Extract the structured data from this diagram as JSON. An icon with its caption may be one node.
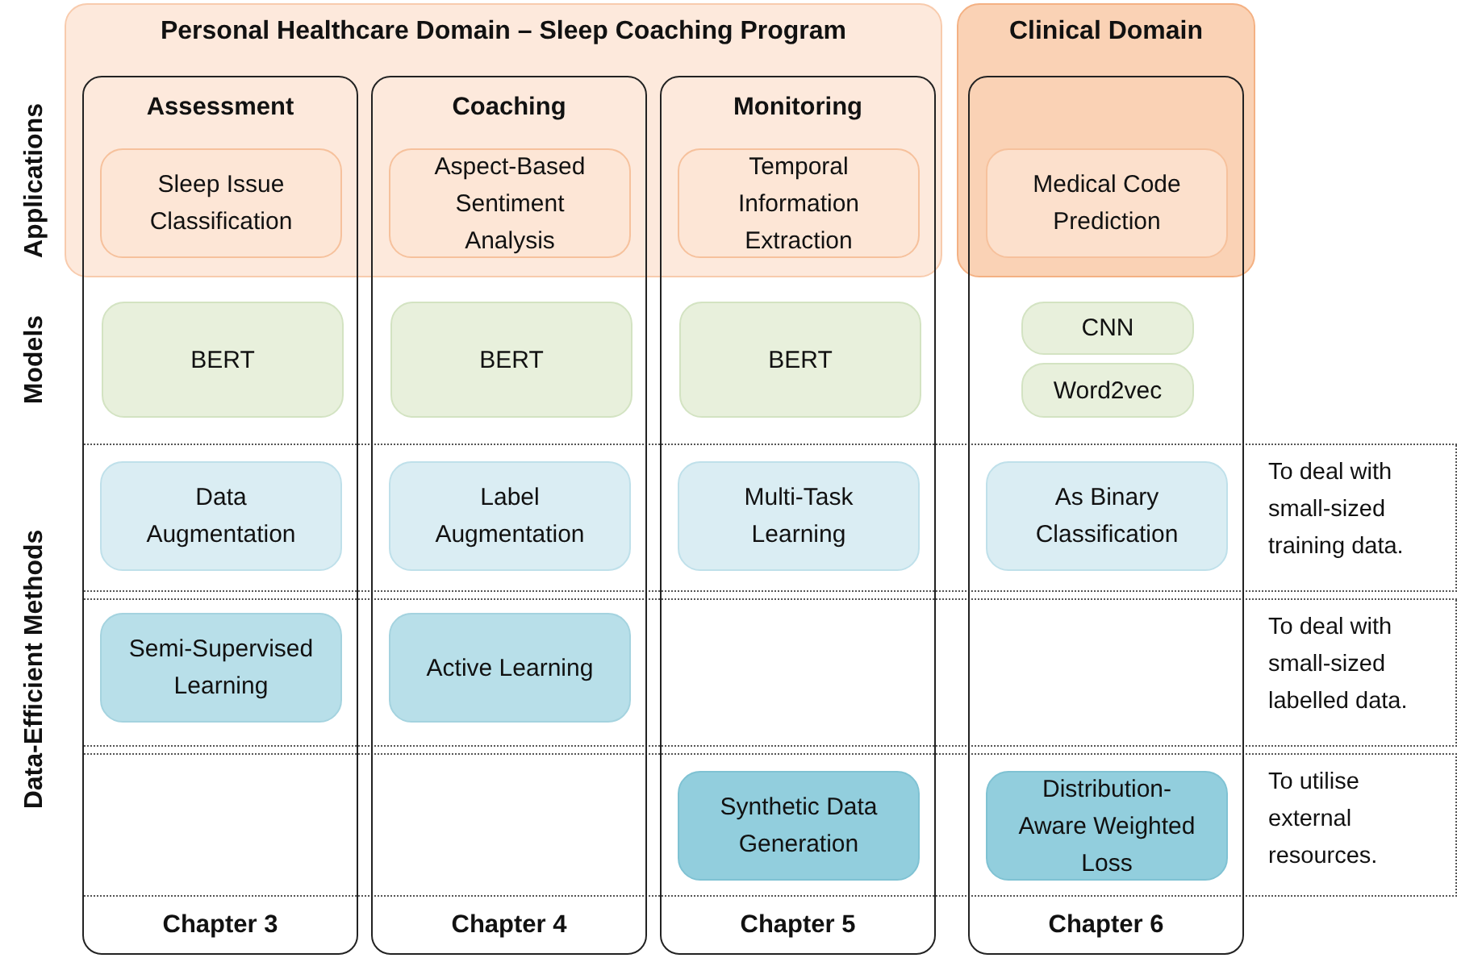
{
  "diagram": {
    "nodes": [
      {
        "text": [
          "Personal Healthcare Domain – Sleep Coaching Program"
        ]
      },
      {
        "text": [
          "Clinical Domain"
        ]
      },
      {
        "text": [
          "Chapter 3"
        ]
      },
      {
        "text": [
          "Chapter 4"
        ]
      },
      {
        "text": [
          "Chapter 5"
        ]
      },
      {
        "text": [
          "Chapter 6"
        ]
      },
      {
        "text": [
          "To deal with small-sized training data."
        ]
      },
      {
        "text": [
          "To deal with small-sized labelled data."
        ]
      },
      {
        "text": [
          "To utilise external resources."
        ]
      },
      {
        "text": [
          "Sleep Issue Classification"
        ]
      },
      {
        "text": [
          "BERT"
        ],
        "in": 2
      },
      {
        "text": [
          "Data Augmentation"
        ]
      },
      {
        "text": [
          "Semi-Supervised Learning"
        ]
      },
      {
        "text": [
          "Aspect-Based Sentiment Analysis"
        ]
      },
      {
        "text": [
          "BERT"
        ],
        "in": 3
      },
      {
        "text": [
          "Label Augmentation"
        ]
      },
      {
        "text": [
          "Active Learning"
        ]
      },
      {
        "text": [
          "Temporal Information Extraction"
        ]
      },
      {
        "text": [
          "BERT"
        ],
        "in": 4
      },
      {
        "text": [
          "Multi-Task Learning"
        ]
      },
      {
        "text": [
          "Synthetic Data Generation"
        ]
      },
      {
        "text": [
          "Medical Code Prediction"
        ]
      },
      {
        "text": [
          "CNN"
        ],
        "in": 5
      },
      {
        "text": [
          "Word2vec"
        ],
        "in": 5
      },
      {
        "text": [
          "As Binary Classification"
        ]
      },
      {
        "text": [
          "Distribution-Aware Weighted Loss"
        ]
      }
    ],
    "labels": [
      "Assessment",
      "Coaching",
      "Monitoring",
      "Applications",
      "Models",
      "Data-Efficient Methods"
    ]
  }
}
